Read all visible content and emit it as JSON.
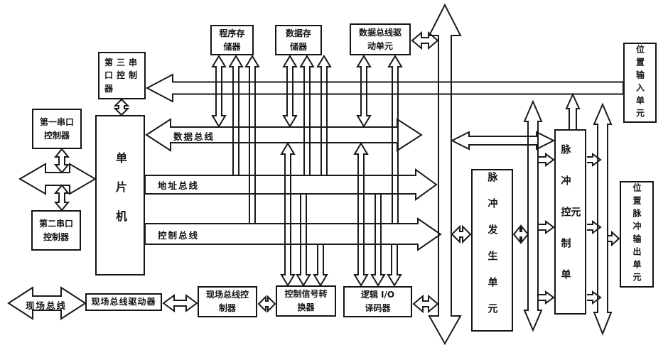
{
  "boxes": {
    "serial3": "第三串\n口控制\n器",
    "serial1": "第一串口\n控制器",
    "serial2": "第二串口\n控制器",
    "mcu": "单片机",
    "program_memory": "程序存\n储器",
    "data_memory": "数据存\n储器",
    "data_bus_driver": "数据总线驱\n动单元",
    "position_input": "位置输入单元",
    "pulse_generator": "脉冲发生单元",
    "pulse_controller": "脉冲控制单元",
    "position_pulse_output": "位置脉冲输出单元",
    "field_bus_driver": "现场总线驱动器",
    "field_bus_controller": "现场总线控\n制器",
    "signal_converter": "控制信号转\n换器",
    "io_decoder": "逻辑 I/O\n译码器"
  },
  "bus_labels": {
    "data": "数据总线",
    "address": "地址总线",
    "control": "控制总线",
    "field": "现场总线"
  },
  "colors": {
    "line": "#1a1a1a",
    "background": "#ffffff"
  }
}
